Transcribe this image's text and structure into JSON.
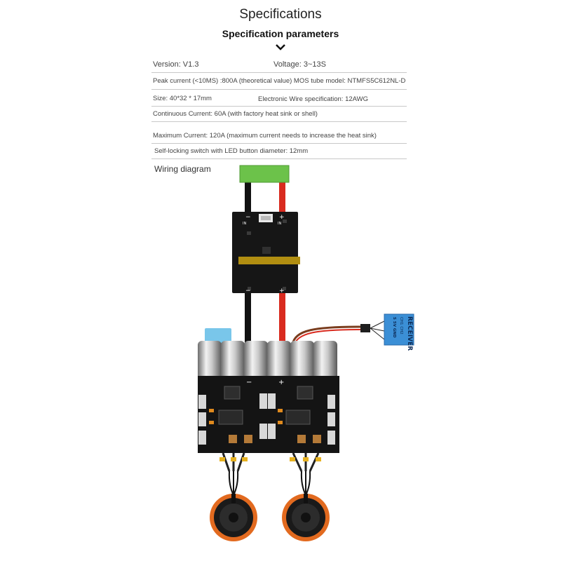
{
  "header": {
    "title": "Specifications",
    "subtitle": "Specification parameters"
  },
  "specs": {
    "version": "Version: V1.3",
    "voltage": "Voltage: 3~13S",
    "peak_current": "Peak current (<10MS) :800A (theoretical value) MOS tube model: NTMFS5C612NL-D",
    "size": "Size: 40*32 * 17mm",
    "wire": "Electronic Wire specification: 12AWG",
    "continuous_current": "Continuous Current: 60A (with factory heat sink or shell)",
    "max_current": "Maximum Current: 120A (maximum current needs to increase the heat sink)",
    "switch": "Self-locking switch with LED button diameter: 12mm"
  },
  "diagram": {
    "label": "Wiring diagram",
    "switch_board": {
      "in_label": "IN",
      "minus": "−",
      "plus": "+"
    },
    "esc": {
      "minus": "−",
      "plus": "+"
    },
    "receiver": {
      "title": "RECEIVER",
      "channels": "CH1 CH2",
      "pins": "S 5V GND"
    },
    "colors": {
      "red_wire": "#d92b1f",
      "black_wire": "#111111",
      "battery_connector": "#6cc24a",
      "receiver": "#3b8fd6",
      "motor_ring": "#e26a1f"
    }
  }
}
